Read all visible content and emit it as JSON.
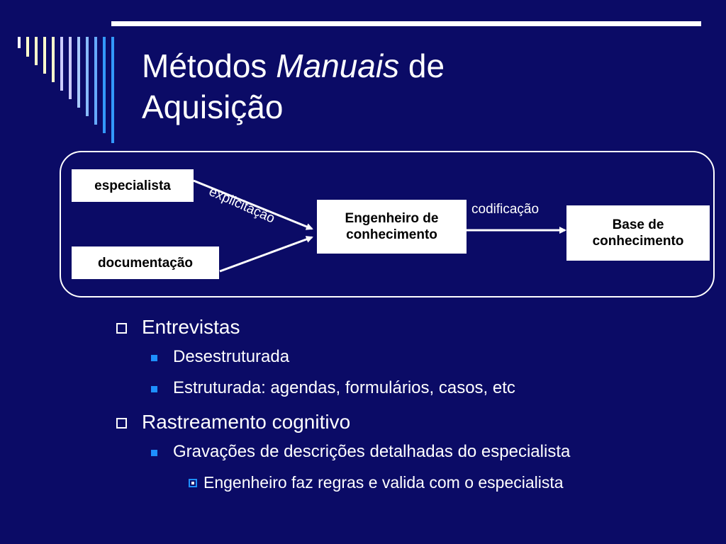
{
  "title": {
    "part1": "Métodos ",
    "italic": "Manuais",
    "part2": " de",
    "line2": "Aquisição"
  },
  "diagram": {
    "nodes": {
      "especialista": "especialista",
      "documentacao": "documentação",
      "engenheiro_line1": "Engenheiro de",
      "engenheiro_line2": "conhecimento",
      "base_line1": "Base de",
      "base_line2": "conhecimento"
    },
    "edges": {
      "explicitacao": "explicitação",
      "codificacao": "codificação"
    }
  },
  "bullets": [
    {
      "level": 1,
      "text": "Entrevistas"
    },
    {
      "level": 2,
      "text": "Desestruturada"
    },
    {
      "level": 2,
      "text": "Estruturada: agendas, formulários, casos, etc"
    },
    {
      "level": 1,
      "text": "Rastreamento cognitivo"
    },
    {
      "level": 2,
      "text": "Gravações de descrições detalhadas do especialista"
    },
    {
      "level": 3,
      "text": "Engenheiro faz regras e valida com o especialista"
    }
  ],
  "colors": {
    "background": "#0b0b66",
    "accent": "#1e90ff",
    "stripe_light": "#ffffcc",
    "stripe_blue": "#3399ff"
  }
}
